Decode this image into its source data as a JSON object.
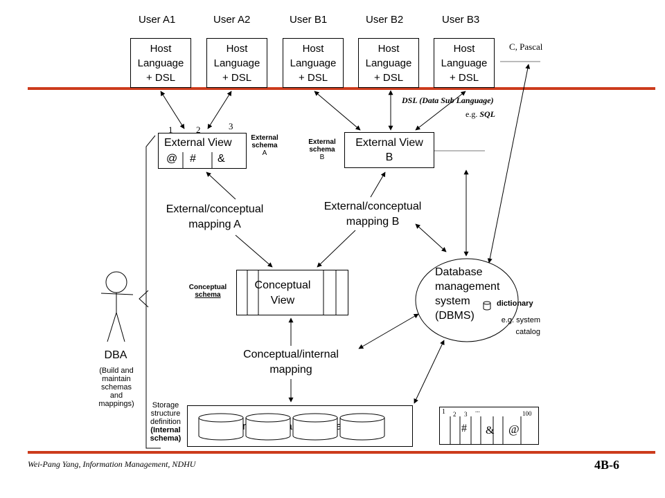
{
  "users": [
    "User A1",
    "User A2",
    "User B1",
    "User B2",
    "User B3"
  ],
  "host_language": [
    "Host",
    "Language",
    "+ DSL"
  ],
  "c_pascal": "C, Pascal",
  "dsl_note": "DSL (Data Sub Language)",
  "dsl_example_prefix": "e.g.",
  "dsl_example": "SQL",
  "external_view_a": {
    "title": "External View",
    "col_numbers": [
      "1",
      "2",
      "3"
    ],
    "symbols": [
      "@",
      "#",
      "&"
    ],
    "schema_label_1": "External",
    "schema_label_2": "schema",
    "schema_label_3": "A"
  },
  "external_view_b": {
    "title_1": "External View",
    "title_2": "B",
    "schema_label_1": "External",
    "schema_label_2": "schema",
    "schema_label_3": "B"
  },
  "mapping_a": [
    "External/conceptual",
    "mapping A"
  ],
  "mapping_b": [
    "External/conceptual",
    "mapping B"
  ],
  "conceptual_view": [
    "Conceptual",
    "View"
  ],
  "conceptual_schema": [
    "Conceptual",
    "schema"
  ],
  "conceptual_internal_mapping": [
    "Conceptual/internal",
    "mapping"
  ],
  "dbms": [
    "Database",
    "management",
    "system",
    "(DBMS)"
  ],
  "dictionary": "dictionary",
  "catalog": [
    "e.g. system",
    "catalog"
  ],
  "dba": {
    "title": "DBA",
    "desc": [
      "(Build and",
      "maintain",
      "schemas",
      "and",
      "mappings)"
    ]
  },
  "storage_def": [
    "Storage",
    "structure",
    "definition",
    "(Internal",
    "schema)"
  ],
  "stored_db": "Stored database (Internal View)",
  "record": {
    "numbers": [
      "1",
      "2",
      "3",
      "...",
      "100"
    ],
    "symbols": [
      "#",
      "&",
      "@"
    ]
  },
  "footer": {
    "author": "Wei-Pang Yang, Information Management, NDHU",
    "page": "4B-6"
  },
  "colors": {
    "rule": "#cc3b1c"
  }
}
